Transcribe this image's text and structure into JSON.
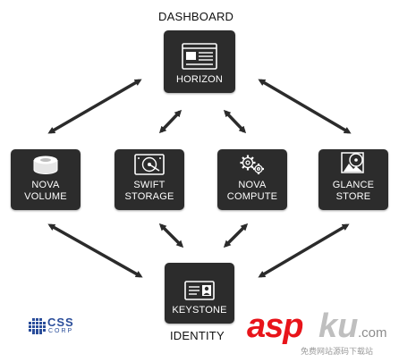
{
  "captions": {
    "top": "DASHBOARD",
    "bottom": "IDENTITY"
  },
  "nodes": {
    "horizon": {
      "label": "HORIZON"
    },
    "nova_volume": {
      "label": "NOVA\nVOLUME"
    },
    "swift_storage": {
      "label": "SWIFT\nSTORAGE"
    },
    "nova_compute": {
      "label": "NOVA\nCOMPUTE"
    },
    "glance_store": {
      "label": "GLANCE\nSTORE"
    },
    "keystone": {
      "label": "KEYSTONE"
    }
  },
  "logos": {
    "css_corp": {
      "line1": "CSS",
      "line2": "CORP"
    },
    "watermark": {
      "text_a": "asp",
      "text_b": "ku",
      "suffix": ".com",
      "subtext": "免费网站源码下载站"
    }
  },
  "colors": {
    "node_fill": "#2c2c2c",
    "arrow": "#2b2b2b",
    "watermark_red": "#e8141a",
    "css_blue": "#2a4d9a"
  }
}
